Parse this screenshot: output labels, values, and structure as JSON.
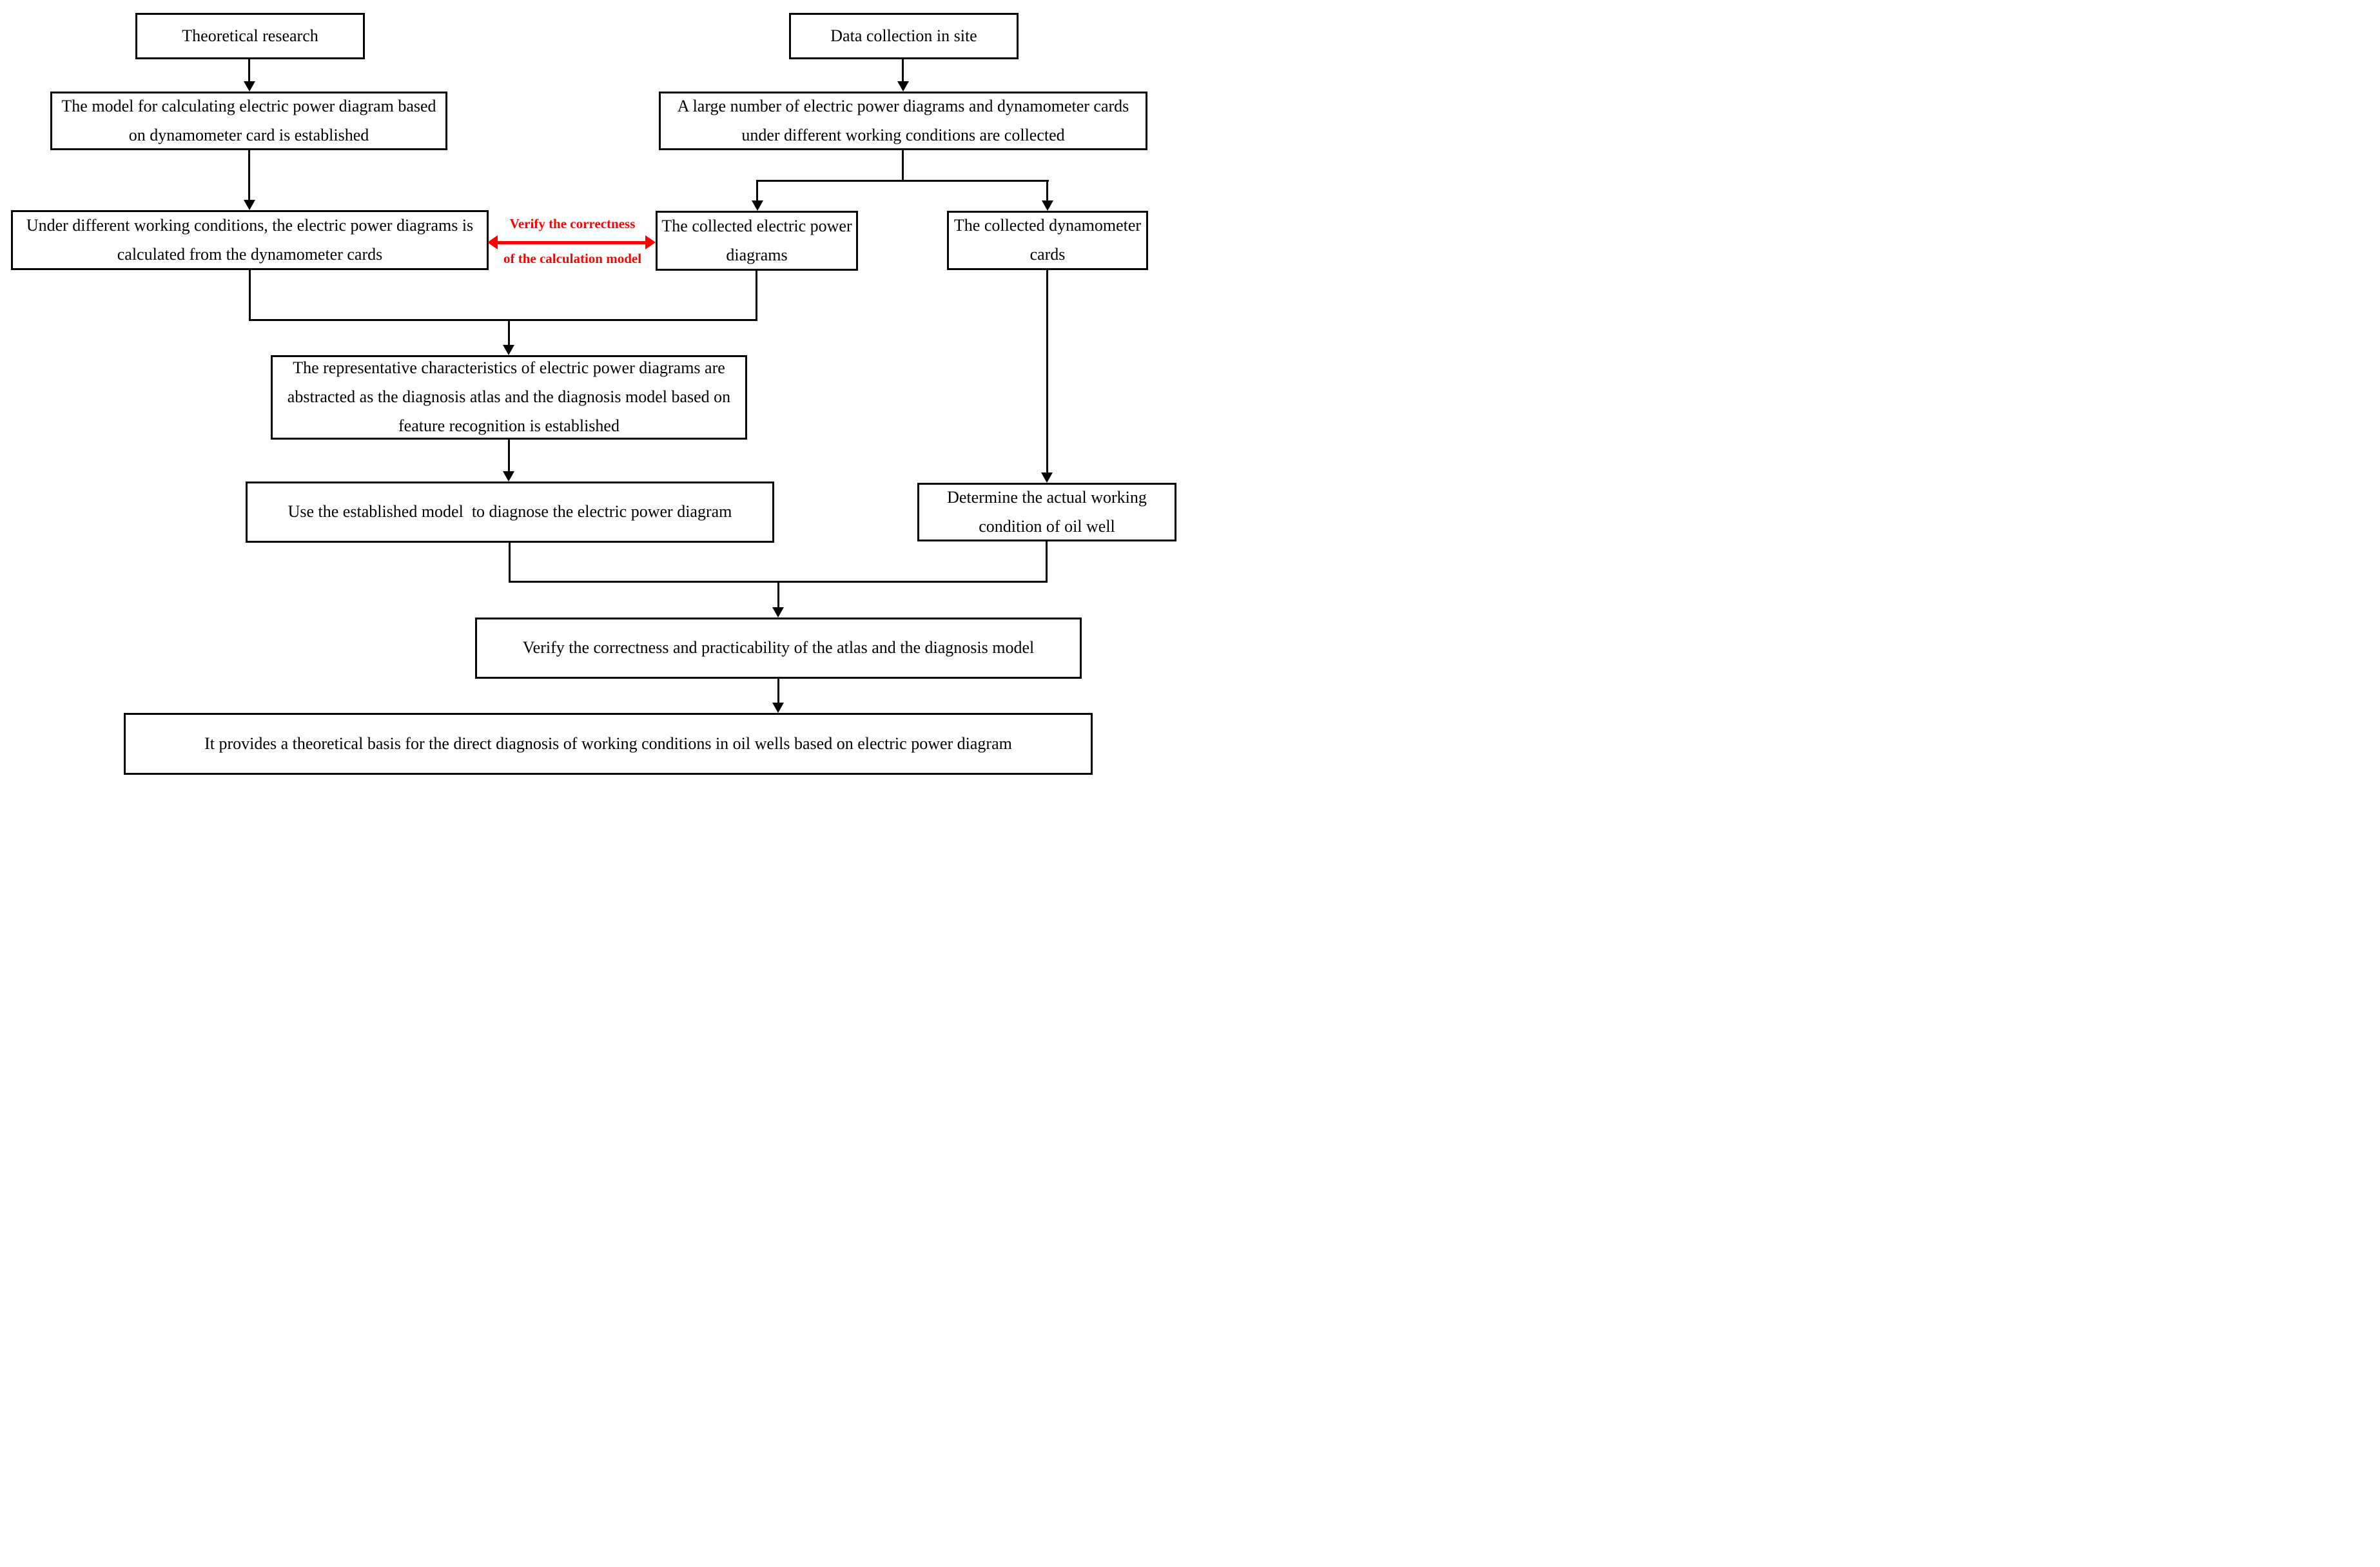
{
  "flowchart": {
    "title": "Research methodology flowchart",
    "colors": {
      "line": "#000000",
      "note_red": "#fe0000",
      "background": "#ffffff"
    },
    "boxes": {
      "theoretical_research": {
        "label": "Theoretical research"
      },
      "data_collection": {
        "label": "Data collection in site"
      },
      "model_established": {
        "label": "The model for calculating electric power diagram based on dynamometer card is established"
      },
      "large_number_collected": {
        "label": "A large number of electric power diagrams and dynamometer cards under different working conditions are collected"
      },
      "under_different_conditions": {
        "label": "Under different working conditions, the electric power diagrams is calculated from the dynamometer cards"
      },
      "collected_electric": {
        "label": "The collected electric power diagrams"
      },
      "collected_dynamometer": {
        "label": "The collected dynamometer cards"
      },
      "representative_characteristics": {
        "label": "The representative characteristics of electric power diagrams are abstracted as the diagnosis atlas and the diagnosis model based on feature recognition is established"
      },
      "use_established_model": {
        "label": "Use the established model  to diagnose the electric power diagram"
      },
      "determine_actual": {
        "label": "Determine the actual working condition of oil well"
      },
      "verify_practicability": {
        "label": "Verify the correctness and practicability of the atlas and the diagnosis model"
      },
      "provides_basis": {
        "label": "It provides a theoretical basis for the direct diagnosis of working conditions in oil wells based on electric power diagram"
      }
    },
    "verify_note": {
      "line1": "Verify the correctness",
      "line2": "of the calculation model"
    }
  }
}
